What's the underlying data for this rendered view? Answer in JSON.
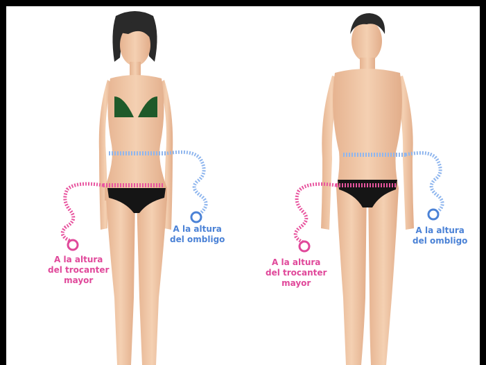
{
  "labels": {
    "woman_trochanter": [
      "A la altura",
      "del trocanter",
      "mayor"
    ],
    "woman_navel": [
      "A la altura",
      "del ombligo"
    ],
    "man_trochanter": [
      "A la altura",
      "del trocanter",
      "mayor"
    ],
    "man_navel": [
      "A la altura",
      "del ombligo"
    ]
  },
  "colors": {
    "trochanter_tape": "#e8559f",
    "navel_tape": "#8fb6ee",
    "skin": "#f2c9a8",
    "skin_shadow": "#d9a584",
    "hair": "#2a2a2a",
    "bikini_top": "#1f5a2a",
    "underwear": "#151515"
  },
  "icons": [
    "measuring-tape-pink",
    "measuring-tape-blue"
  ]
}
